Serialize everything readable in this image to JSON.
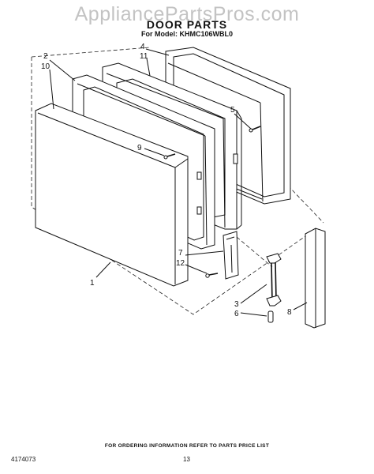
{
  "watermark": "AppliancePartsPros.com",
  "header": {
    "title": "DOOR PARTS",
    "model_line": "For Model: KHMC106WBL0"
  },
  "callouts": {
    "c2": "2",
    "c10": "10",
    "c4": "4",
    "c11": "11",
    "c5": "5",
    "c9": "9",
    "c7": "7",
    "c12": "12",
    "c1": "1",
    "c3": "3",
    "c6": "6",
    "c8": "8"
  },
  "footer": {
    "note": "FOR ORDERING INFORMATION REFER TO PARTS PRICE LIST",
    "doc_number": "4174073",
    "page_number": "13"
  }
}
